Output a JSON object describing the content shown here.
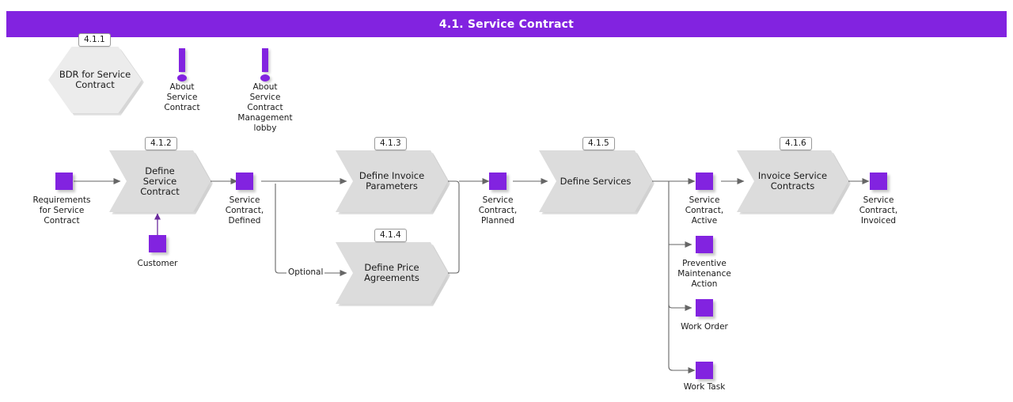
{
  "header": {
    "title": "4.1. Service Contract",
    "bar_color": "#8223E0",
    "title_color": "#FFFFFF"
  },
  "palette": {
    "accent_purple": "#8223E0",
    "process_fill": "#DCDCDC",
    "hex_fill": "#ECECEC",
    "line": "#666666",
    "text": "#1A1A1A",
    "tag_border": "#9A9A9A"
  },
  "diagram": {
    "type": "process-flow",
    "hexagons": [
      {
        "id": "4.1.1",
        "tag": "4.1.1",
        "label": "BDR for\nService\nContract"
      }
    ],
    "info_notes": [
      {
        "icon": "exclamation-icon",
        "label": "About\nService\nContract"
      },
      {
        "icon": "exclamation-icon",
        "label": "About\nService\nContract\nManagement\nlobby"
      }
    ],
    "processes": [
      {
        "id": "p412",
        "tag": "4.1.2",
        "label": "Define Service\nContract"
      },
      {
        "id": "p413",
        "tag": "4.1.3",
        "label": "Define Invoice\nParameters"
      },
      {
        "id": "p414",
        "tag": "4.1.4",
        "label": "Define Price\nAgreements"
      },
      {
        "id": "p415",
        "tag": "4.1.5",
        "label": "Define Services"
      },
      {
        "id": "p416",
        "tag": "4.1.6",
        "label": "Invoice Service\nContracts"
      }
    ],
    "data_objects": [
      {
        "id": "d_req",
        "label": "Requirements\nfor Service\nContract"
      },
      {
        "id": "d_customer",
        "label": "Customer"
      },
      {
        "id": "d_defined",
        "label": "Service\nContract,\nDefined"
      },
      {
        "id": "d_planned",
        "label": "Service\nContract,\nPlanned"
      },
      {
        "id": "d_active",
        "label": "Service\nContract,\nActive"
      },
      {
        "id": "d_pma",
        "label": "Preventive\nMaintenance\nAction"
      },
      {
        "id": "d_wo",
        "label": "Work Order"
      },
      {
        "id": "d_wt",
        "label": "Work Task"
      },
      {
        "id": "d_invoiced",
        "label": "Service\nContract,\nInvoiced"
      }
    ],
    "edge_labels": [
      {
        "id": "e_optional",
        "label": "Optional"
      }
    ]
  }
}
